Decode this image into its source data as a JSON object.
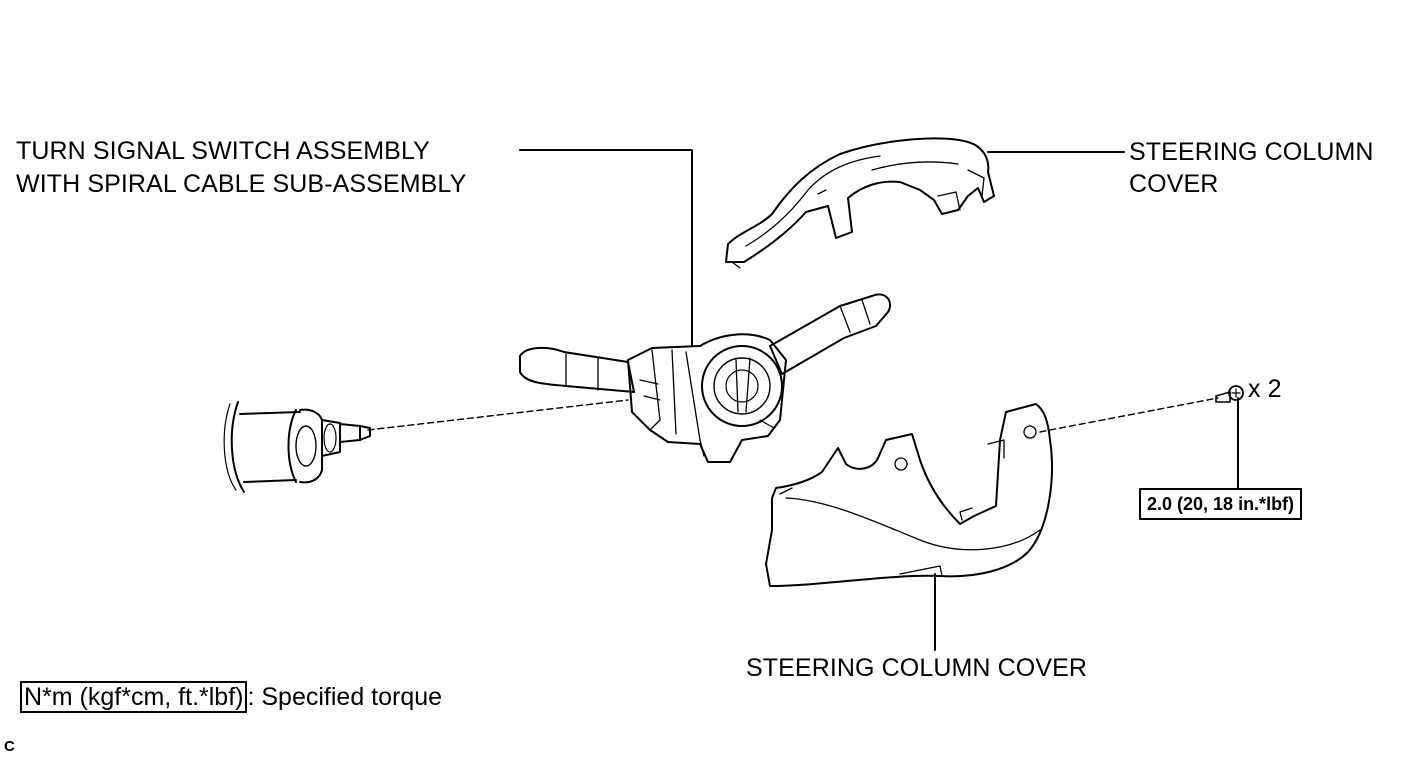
{
  "labels": {
    "turn_signal_line1": "TURN SIGNAL SWITCH ASSEMBLY",
    "turn_signal_line2": "WITH SPIRAL CABLE SUB-ASSEMBLY",
    "upper_cover_line1": "STEERING COLUMN",
    "upper_cover_line2": "COVER",
    "lower_cover": "STEERING COLUMN COVER",
    "screw_qty": "x 2"
  },
  "torque": {
    "value": "2.0 (20, 18 in.*lbf)"
  },
  "legend": {
    "unit": "N*m (kgf*cm, ft.*lbf)",
    "description": ": Specified torque"
  },
  "corner_code": "C"
}
